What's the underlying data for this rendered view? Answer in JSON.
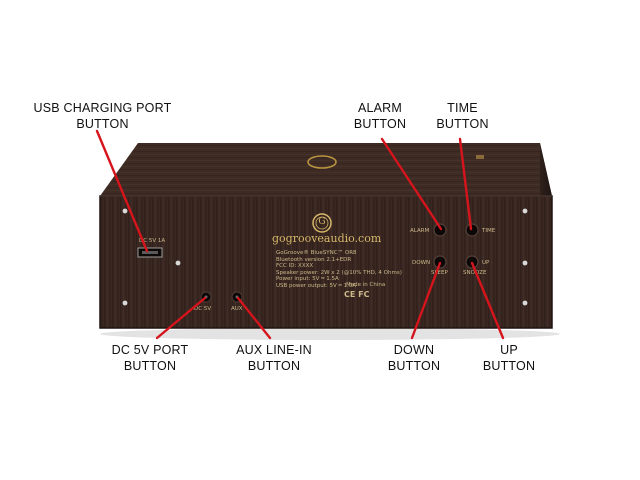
{
  "device": {
    "brand_url": "gogrooveaudio.com",
    "logo_text": "G",
    "spec_lines": [
      "GoGroove® BlueSYNC™ OR8",
      "Bluetooth version 2.1+EDR",
      "FCC ID: XXXX",
      "Speaker power: 2W x 2 (@10% THD, 4 Ohms)",
      "Power input: 5V ═ 1.5A",
      "USB power output: 5V ═ 1.0A"
    ],
    "origin": "Made in China",
    "certs": "CE FC",
    "port_labels": {
      "usb": "DC 5V 1A",
      "dc_in": "DC 5V",
      "aux": "AUX",
      "alarm": "ALARM",
      "time": "TIME",
      "down": "DOWN",
      "up": "UP",
      "down_sub": "SLEEP",
      "up_sub": "SNOOZE"
    },
    "colors": {
      "wood": "#3b2822",
      "wood_dark": "#2a1c18",
      "brand_gold": "#d7b86a",
      "leader_red": "#d6141c"
    }
  },
  "callouts": {
    "usb": [
      "USB CHARGING PORT",
      "BUTTON"
    ],
    "alarm": [
      "ALARM",
      "BUTTON"
    ],
    "time": [
      "TIME",
      "BUTTON"
    ],
    "dc": [
      "DC 5V PORT",
      "BUTTON"
    ],
    "aux": [
      "AUX LINE-IN",
      "BUTTON"
    ],
    "down": [
      "DOWN",
      "BUTTON"
    ],
    "up": [
      "UP",
      "BUTTON"
    ]
  }
}
